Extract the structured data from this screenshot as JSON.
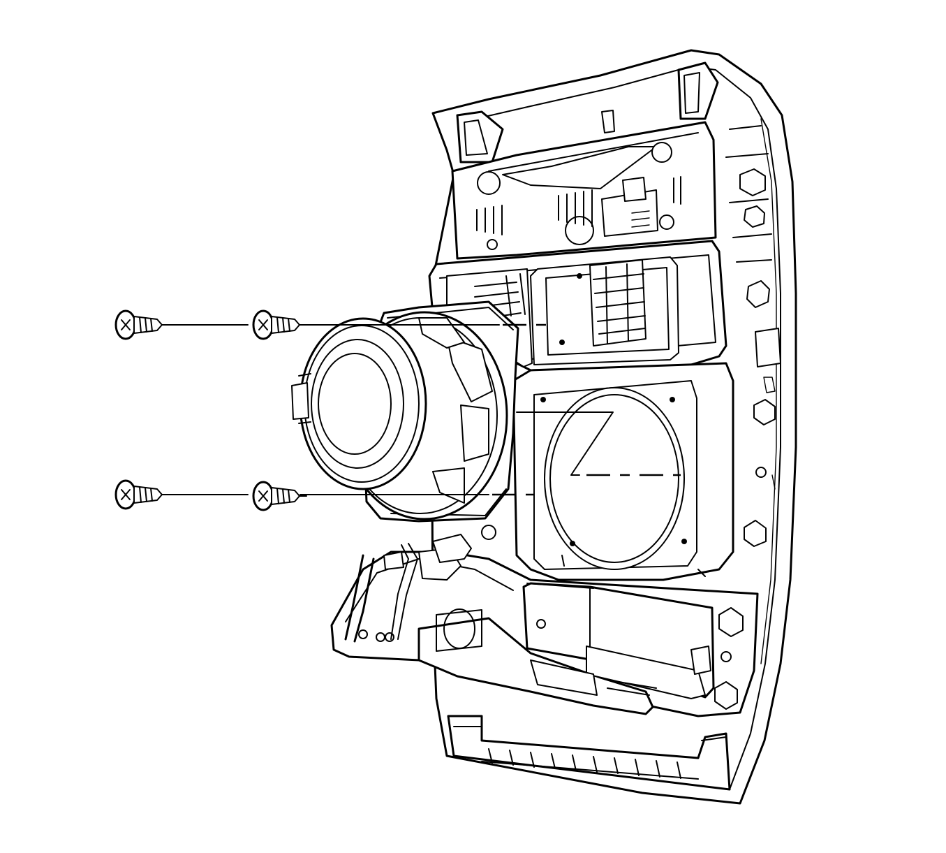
{
  "figure": {
    "components": [
      {
        "name": "console-housing",
        "icon": "overhead-console-housing"
      },
      {
        "name": "speaker",
        "icon": "speaker-icon"
      },
      {
        "name": "screw",
        "icon": "screw-icon",
        "count": 4
      }
    ],
    "line_color": "#000000",
    "background": "#ffffff"
  }
}
